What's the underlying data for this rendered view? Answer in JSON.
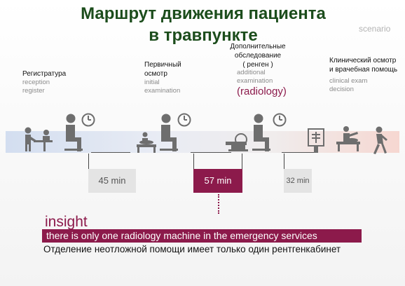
{
  "title_line1": "Маршрут движения пациента",
  "title_line2": "в травпункте",
  "brand": "scenario",
  "stages": [
    {
      "ru": "Регистратура",
      "en1": "reception",
      "en2": "register"
    },
    {
      "ru1": "Первичный",
      "ru2": "осмотр",
      "en1": "initial",
      "en2": "examination"
    },
    {
      "ru1": "Дополнительные",
      "ru2": "обследование",
      "ru3": "( ренген )",
      "en1": "additional",
      "en2": "examination",
      "highlight": "(radiology)"
    },
    {
      "ru1": "Клинический осмотр",
      "ru2": "и врачебная помощь",
      "en1": "clinical exam",
      "en2": "decision"
    }
  ],
  "waits": [
    {
      "label": "45 min",
      "minutes": 45,
      "highlighted": false
    },
    {
      "label": "57 min",
      "minutes": 57,
      "highlighted": true
    },
    {
      "label": "32 min",
      "minutes": 32,
      "highlighted": false
    }
  ],
  "insight": {
    "heading": "insight",
    "text": "there is only one radiology machine in the emergency services",
    "caption": "Отделение неотложной помощи имеет только один рентгенкабинет"
  },
  "colors": {
    "title": "#1c4d1c",
    "accent": "#8c1a4b",
    "icon": "#6e6e6e"
  }
}
